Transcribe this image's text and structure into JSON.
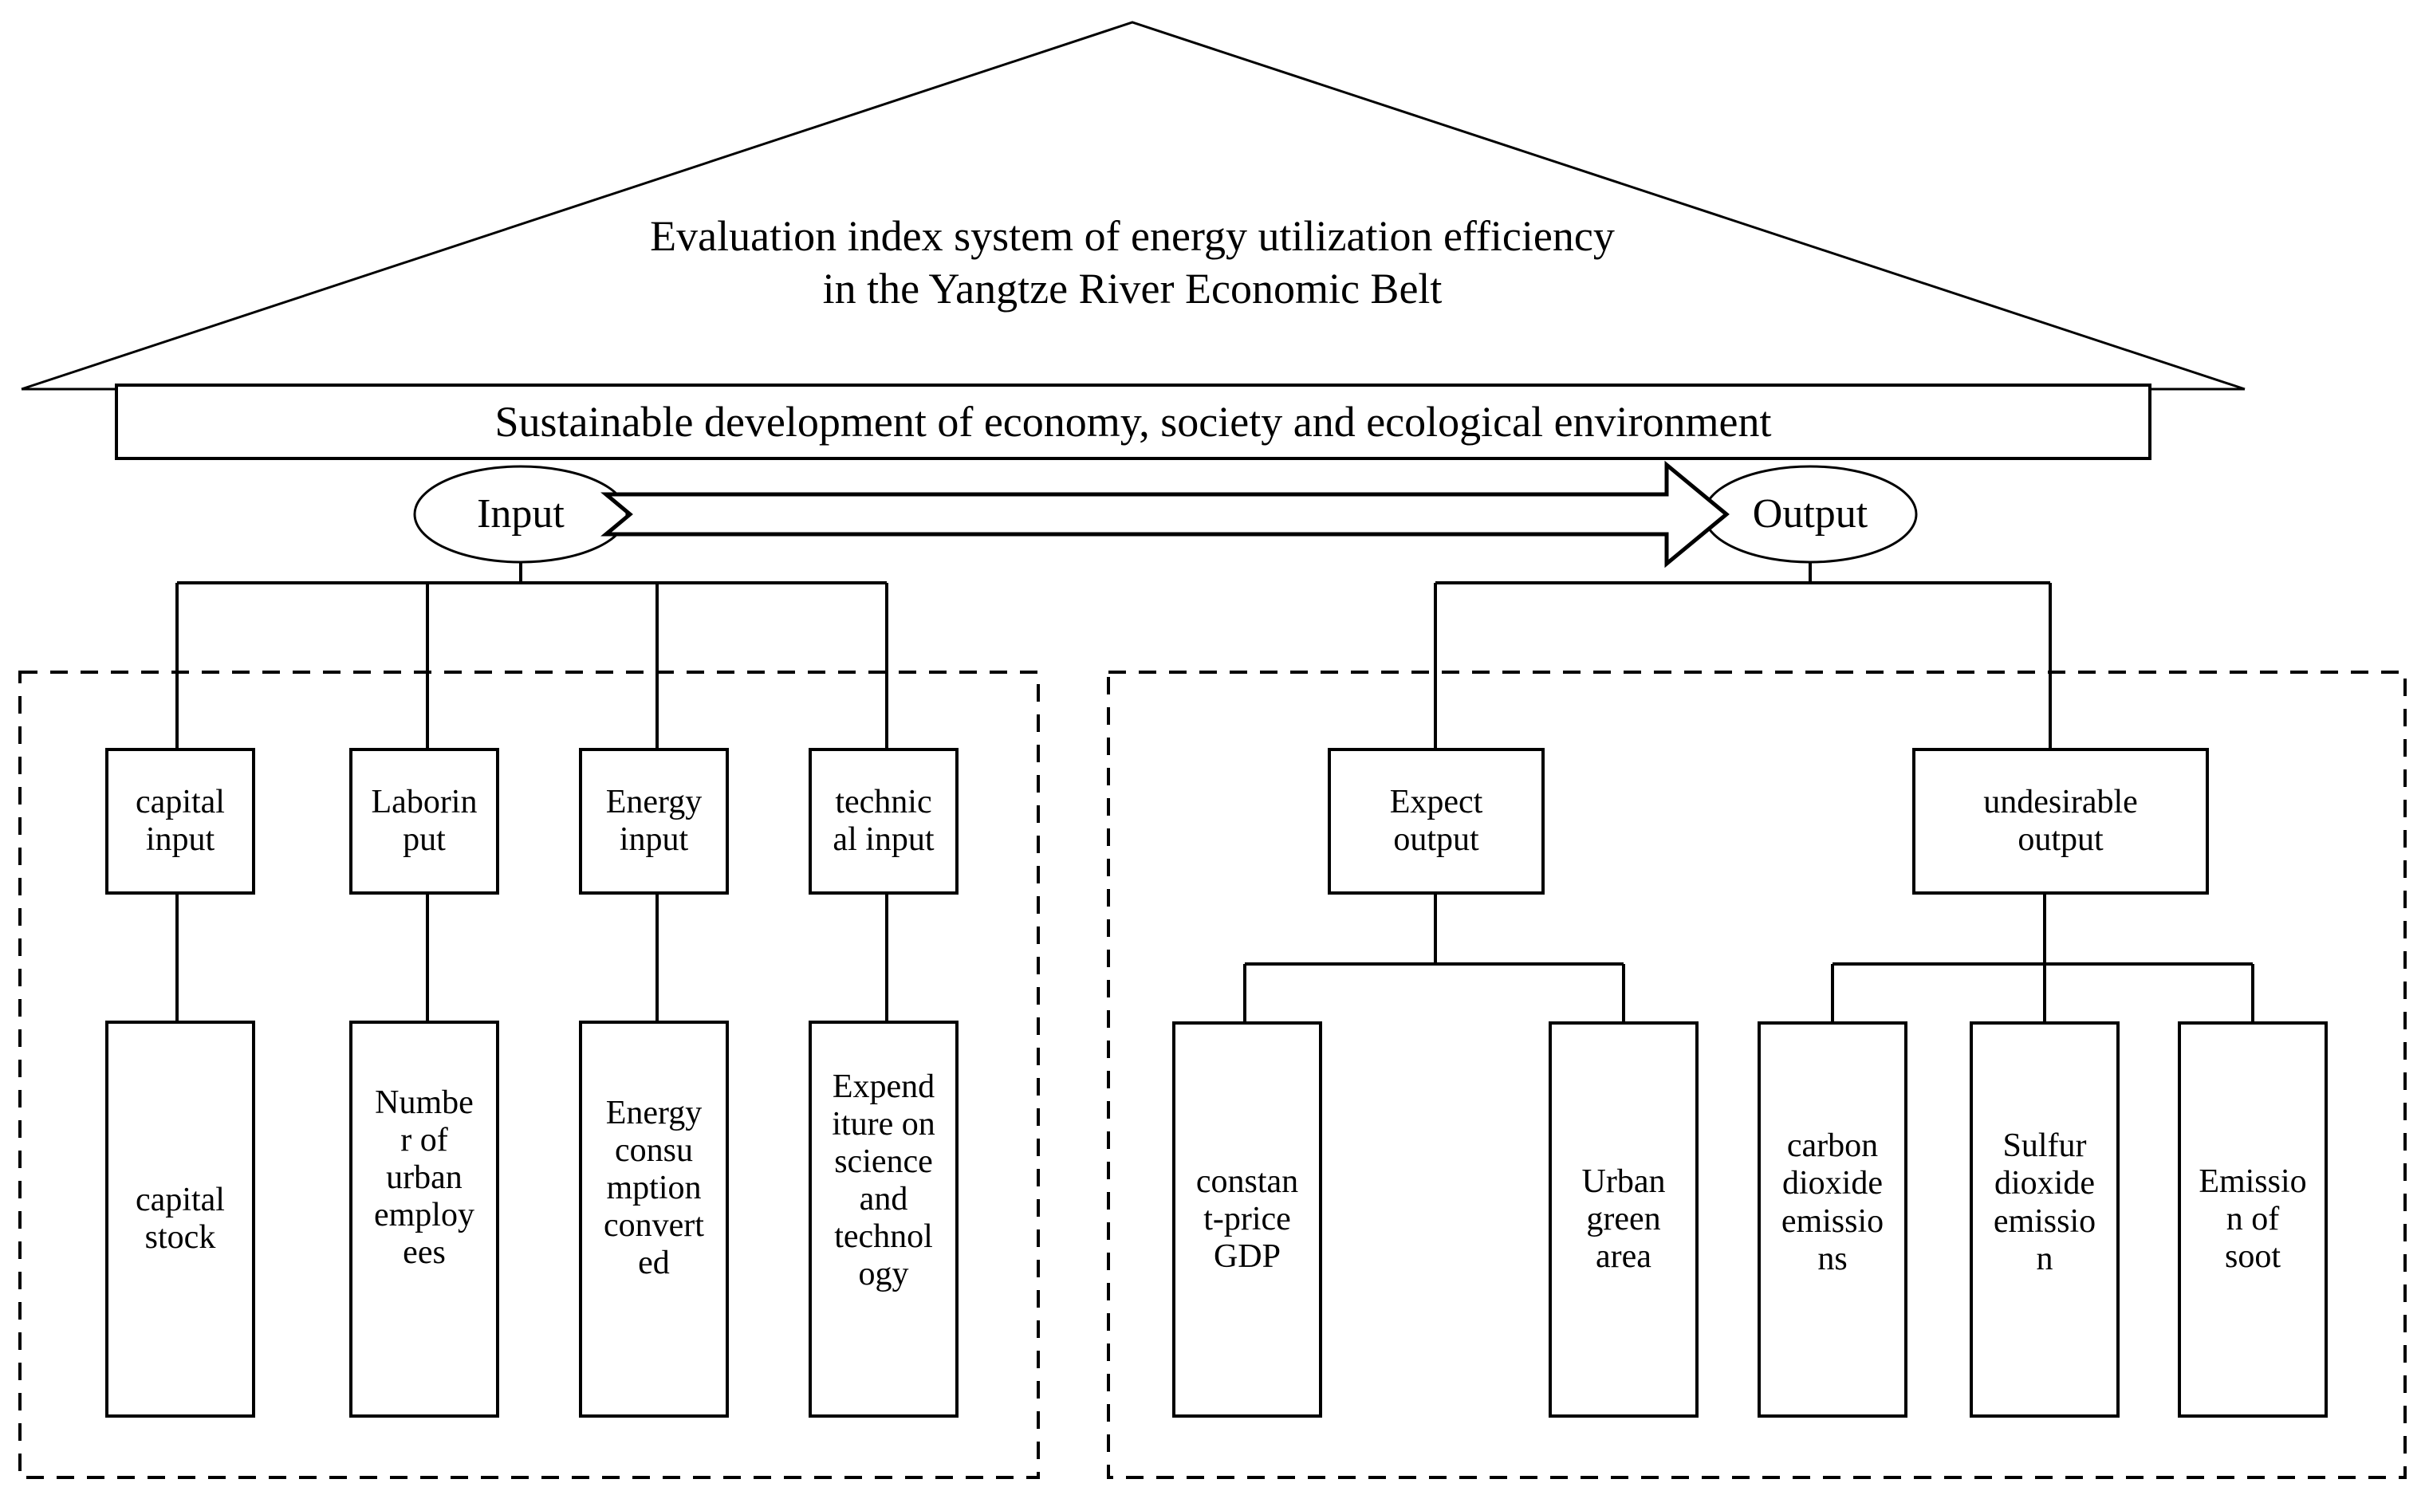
{
  "diagram": {
    "roof_title": "Evaluation index system of energy utilization efficiency\nin the Yangtze River Economic Belt",
    "banner_label": "Sustainable development of economy, society and ecological environment",
    "input_node_label": "Input",
    "output_node_label": "Output",
    "flow_arrow_name": "input-to-output-arrow",
    "colors": {
      "stroke": "#000000",
      "background": "#ffffff",
      "text": "#000000"
    },
    "input_branch": {
      "categories": [
        {
          "label": "capital\ninput",
          "leaf": "capital\nstock"
        },
        {
          "label": "Laborin\nput",
          "leaf": "Numbe\nr of\nurban\nemploy\nees"
        },
        {
          "label": "Energy\ninput",
          "leaf": "Energy\nconsu\nmption\nconvert\ned"
        },
        {
          "label": "technic\nal input",
          "leaf": "Expend\niture on\nscience\nand\ntechnol\nogy"
        }
      ]
    },
    "output_branch": {
      "categories": [
        {
          "label": "Expect\noutput",
          "leaves": [
            "constan\nt-price\nGDP",
            "Urban\ngreen\narea"
          ]
        },
        {
          "label": "undesirable\noutput",
          "leaves": [
            "carbon\ndioxide\nemissio\nns",
            "Sulfur\ndioxide\nemissio\nn",
            "Emissio\nn of\nsoot"
          ]
        }
      ]
    }
  }
}
